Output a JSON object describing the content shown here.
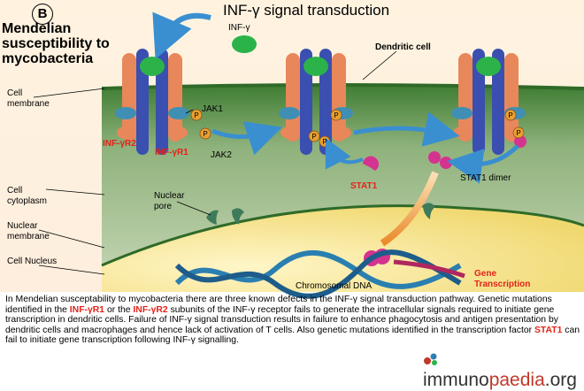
{
  "diagram": {
    "badge": "B",
    "title": "INF-γ signal transduction",
    "side_heading": "Mendelian susceptibility to mycobacteria",
    "labels": {
      "inf_gamma": "INF-γ",
      "dendritic_cell": "Dendritic cell",
      "cell_membrane": "Cell membrane",
      "jak1": "JAK1",
      "jak2": "JAK2",
      "inf_r2": "INF-γR2",
      "inf_r1": "INF-γR1",
      "cell_cytoplasm": "Cell cytoplasm",
      "stat1": "STAT1",
      "stat1_dimer": "STAT1 dimer",
      "nuclear_pore": "Nuclear pore",
      "nuclear_membrane": "Nuclear membrane",
      "cell_nucleus": "Cell Nucleus",
      "chromosomal_dna": "Chromosomal DNA",
      "gene_transcription": "Gene Transcription",
      "phospho": "P"
    },
    "colors": {
      "receptor_r1": "#3a4fb0",
      "receptor_r2": "#e8875a",
      "jak": "#3f8fb5",
      "ligand": "#2bb34a",
      "stat": "#d4338f",
      "phospho": "#e8a030",
      "cytoplasm": "#5f8f4a",
      "nucleus": "#f2df7e",
      "dna": "#2a7fb0",
      "arrow_blue": "#3a8fd0",
      "transcription_arrow": "#b0275f"
    }
  },
  "caption": {
    "p1": "In Mendelian susceptability to mycobacteria there are three known defects in the INF-γ signal transduction pathway. Genetic mutations identified in the ",
    "r1": "INF-γR1",
    "p2": " or the ",
    "r2": "INF-γR2",
    "p3": " subunits of the INF-γ receptor fails to generate the intracellular signals required to initiate gene transcription in dendritic cells. Failure of INF-γ signal transduction results in failure to enhance phagocytosis and antigen presentation by dendritic cells and macrophages and hence lack of activation of T cells. Also genetic mutations identified in the transcription factor ",
    "stat": "STAT1",
    "p4": " can fail to initiate gene transcription following INF-γ signalling."
  },
  "logo": {
    "pre": "immuno",
    "accent": "paedia",
    "post": ".org"
  }
}
